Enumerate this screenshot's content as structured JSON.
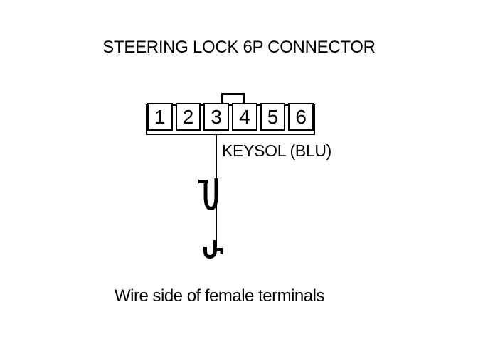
{
  "colors": {
    "ink": "#000000",
    "paper": "#ffffff"
  },
  "title": "STEERING LOCK 6P CONNECTOR",
  "connector": {
    "pins": [
      "1",
      "2",
      "3",
      "4",
      "5",
      "6"
    ]
  },
  "wire": {
    "label": "KEYSOL (BLU)"
  },
  "symbols": {
    "female_terminal": "female-terminal-icon",
    "probe": "test-probe-icon"
  },
  "caption": "Wire side of female terminals"
}
